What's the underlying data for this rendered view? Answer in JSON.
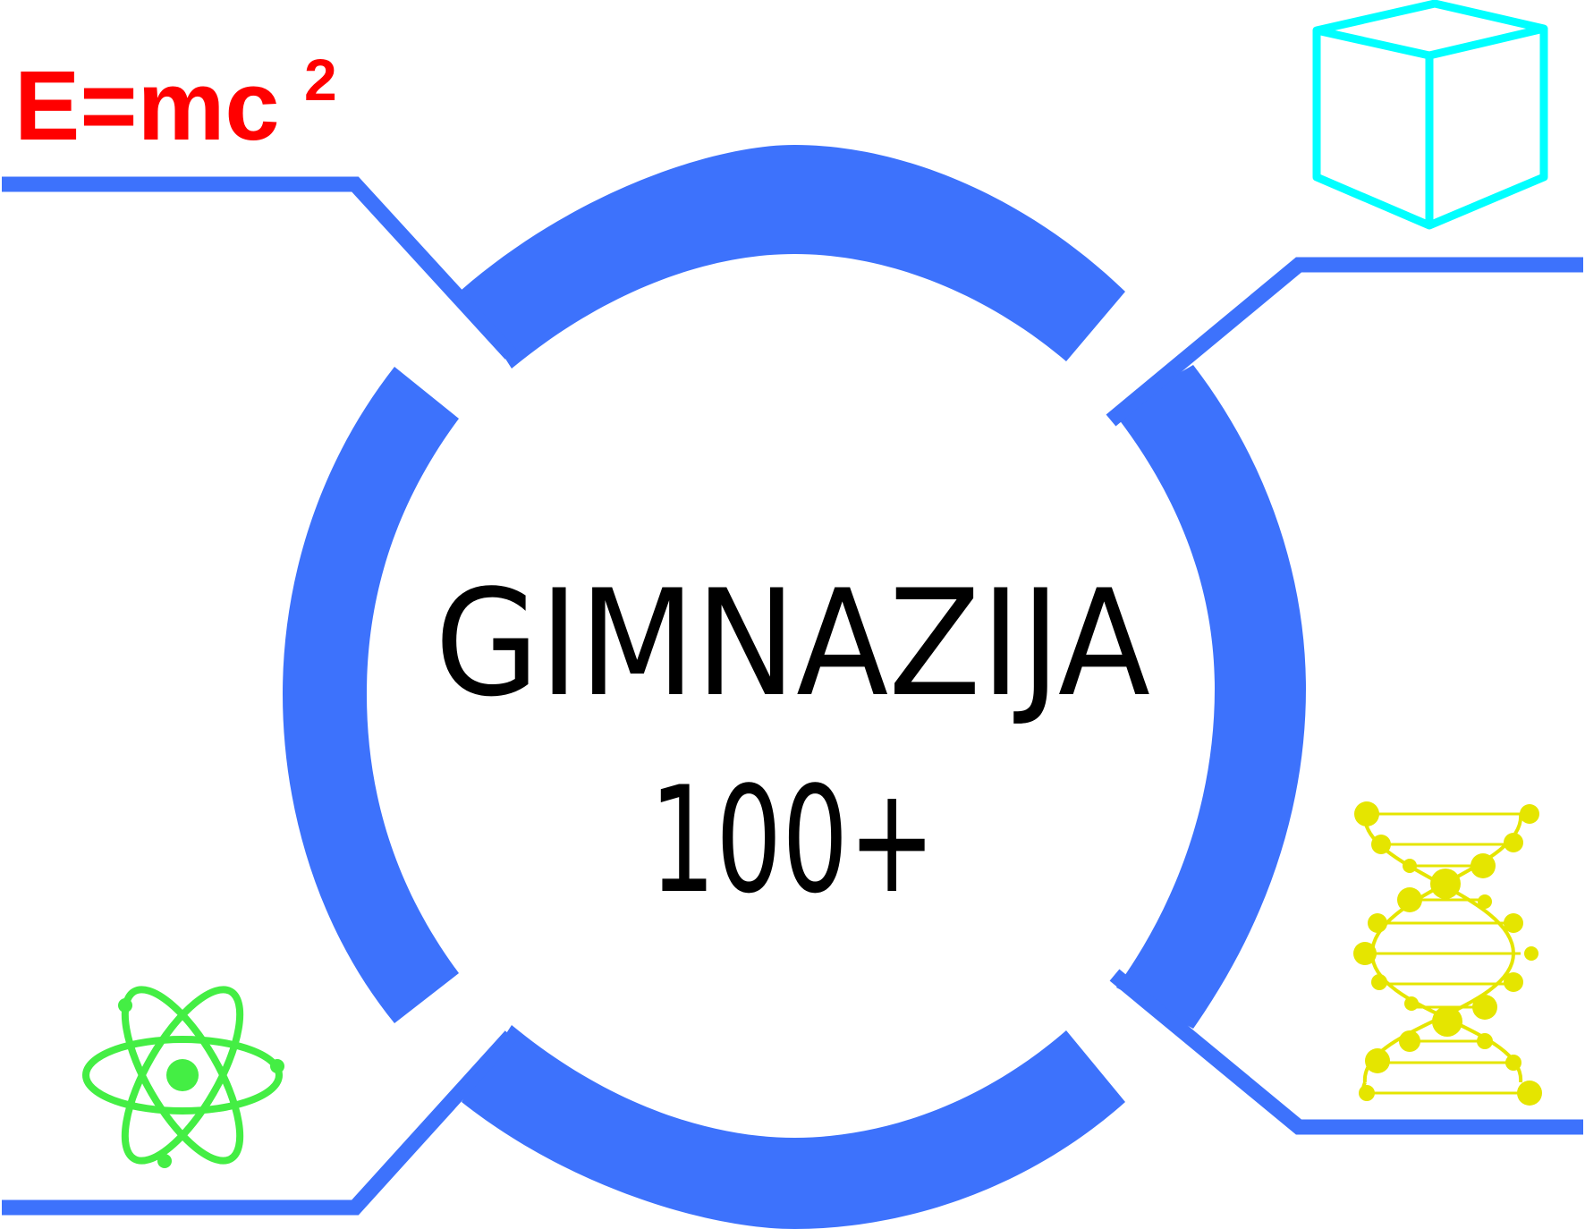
{
  "logo": {
    "title_line1": "GIMNAZIJA",
    "title_line2": "100+",
    "formula_base": "E=mc",
    "formula_exponent": "2"
  },
  "colors": {
    "ring": "#3d72fc",
    "formula": "#ff0000",
    "cube": "#00ffff",
    "atom": "#44ee44",
    "dna": "#e5e500",
    "text": "#000000"
  },
  "icons": [
    "formula-icon",
    "cube-icon",
    "atom-icon",
    "dna-icon"
  ]
}
